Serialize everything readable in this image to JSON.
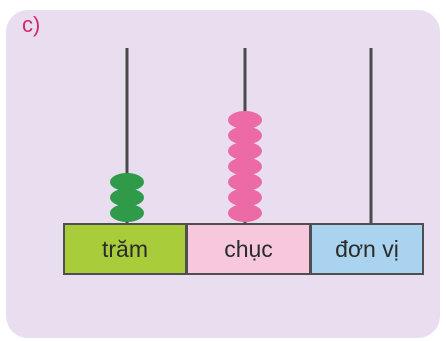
{
  "exercise_label": "c)",
  "places": [
    {
      "label": "trăm",
      "beads": 3,
      "color": "#a8cc3a",
      "bead_color": "#2f9a47"
    },
    {
      "label": "chục",
      "beads": 7,
      "color": "#f7c8dd",
      "bead_color": "#ec6aa6"
    },
    {
      "label": "đơn vị",
      "beads": 0,
      "color": "#a9d3ee",
      "bead_color": ""
    }
  ],
  "colors": {
    "background_panel": "#e9def0",
    "rod": "#4a4a4a",
    "exercise_label": "#d22b6d"
  },
  "icons": [
    "abacus-rod",
    "abacus-bead"
  ]
}
